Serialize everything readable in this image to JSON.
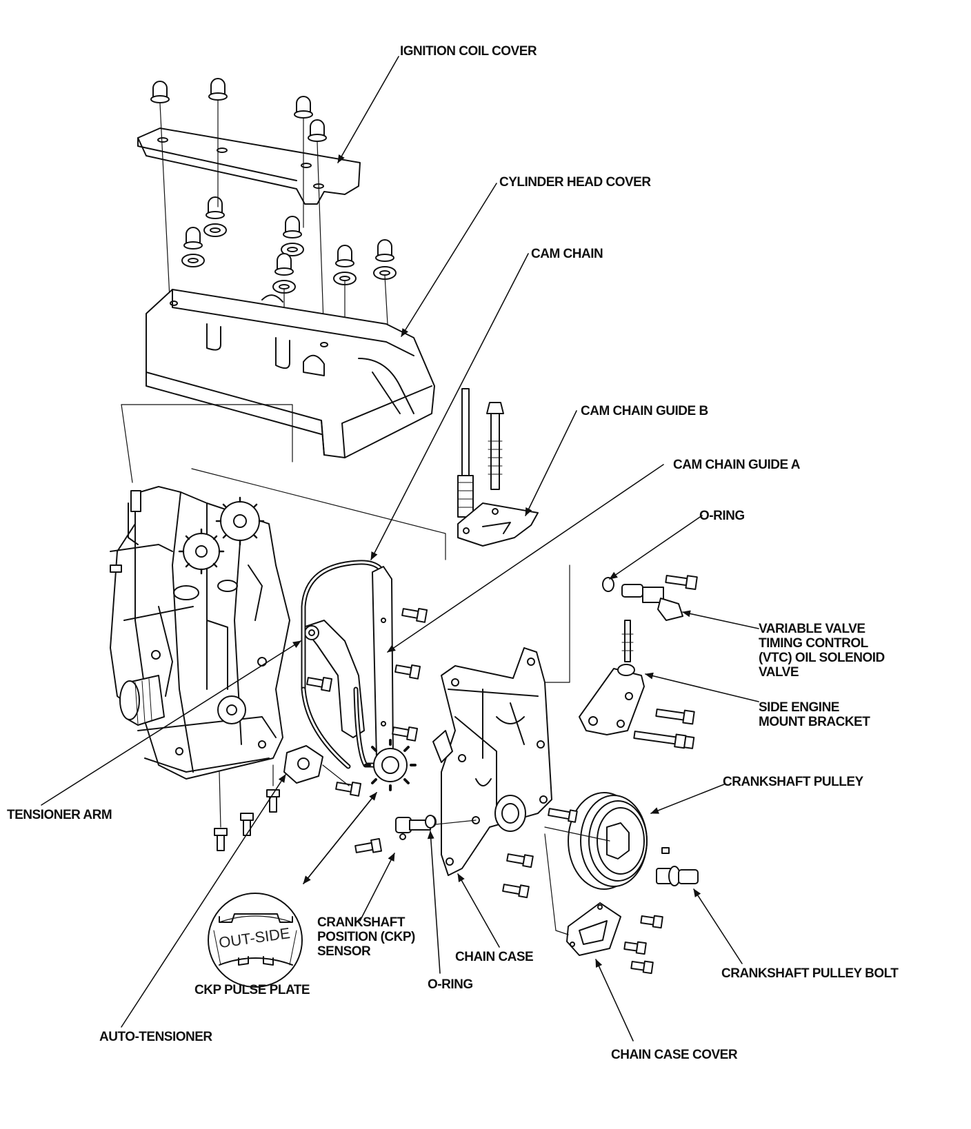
{
  "labels": {
    "ignition_coil_cover": "IGNITION COIL COVER",
    "cylinder_head_cover": "CYLINDER HEAD COVER",
    "cam_chain": "CAM CHAIN",
    "cam_chain_guide_b": "CAM CHAIN GUIDE B",
    "cam_chain_guide_a": "CAM CHAIN GUIDE A",
    "o_ring_top": "O-RING",
    "vtc_valve": "VARIABLE VALVE\nTIMING CONTROL\n(VTC) OIL SOLENOID\nVALVE",
    "side_engine_mount": "SIDE ENGINE\nMOUNT BRACKET",
    "crankshaft_pulley": "CRANKSHAFT PULLEY",
    "tensioner_arm": "TENSIONER ARM",
    "ckp_sensor": "CRANKSHAFT\nPOSITION (CKP)\nSENSOR",
    "chain_case": "CHAIN CASE",
    "crankshaft_pulley_bolt": "CRANKSHAFT PULLEY BOLT",
    "ckp_pulse_plate": "CKP PULSE PLATE",
    "o_ring_bottom": "O-RING",
    "auto_tensioner": "AUTO-TENSIONER",
    "chain_case_cover": "CHAIN CASE COVER"
  },
  "detail_stamp": "OUT-SIDE"
}
